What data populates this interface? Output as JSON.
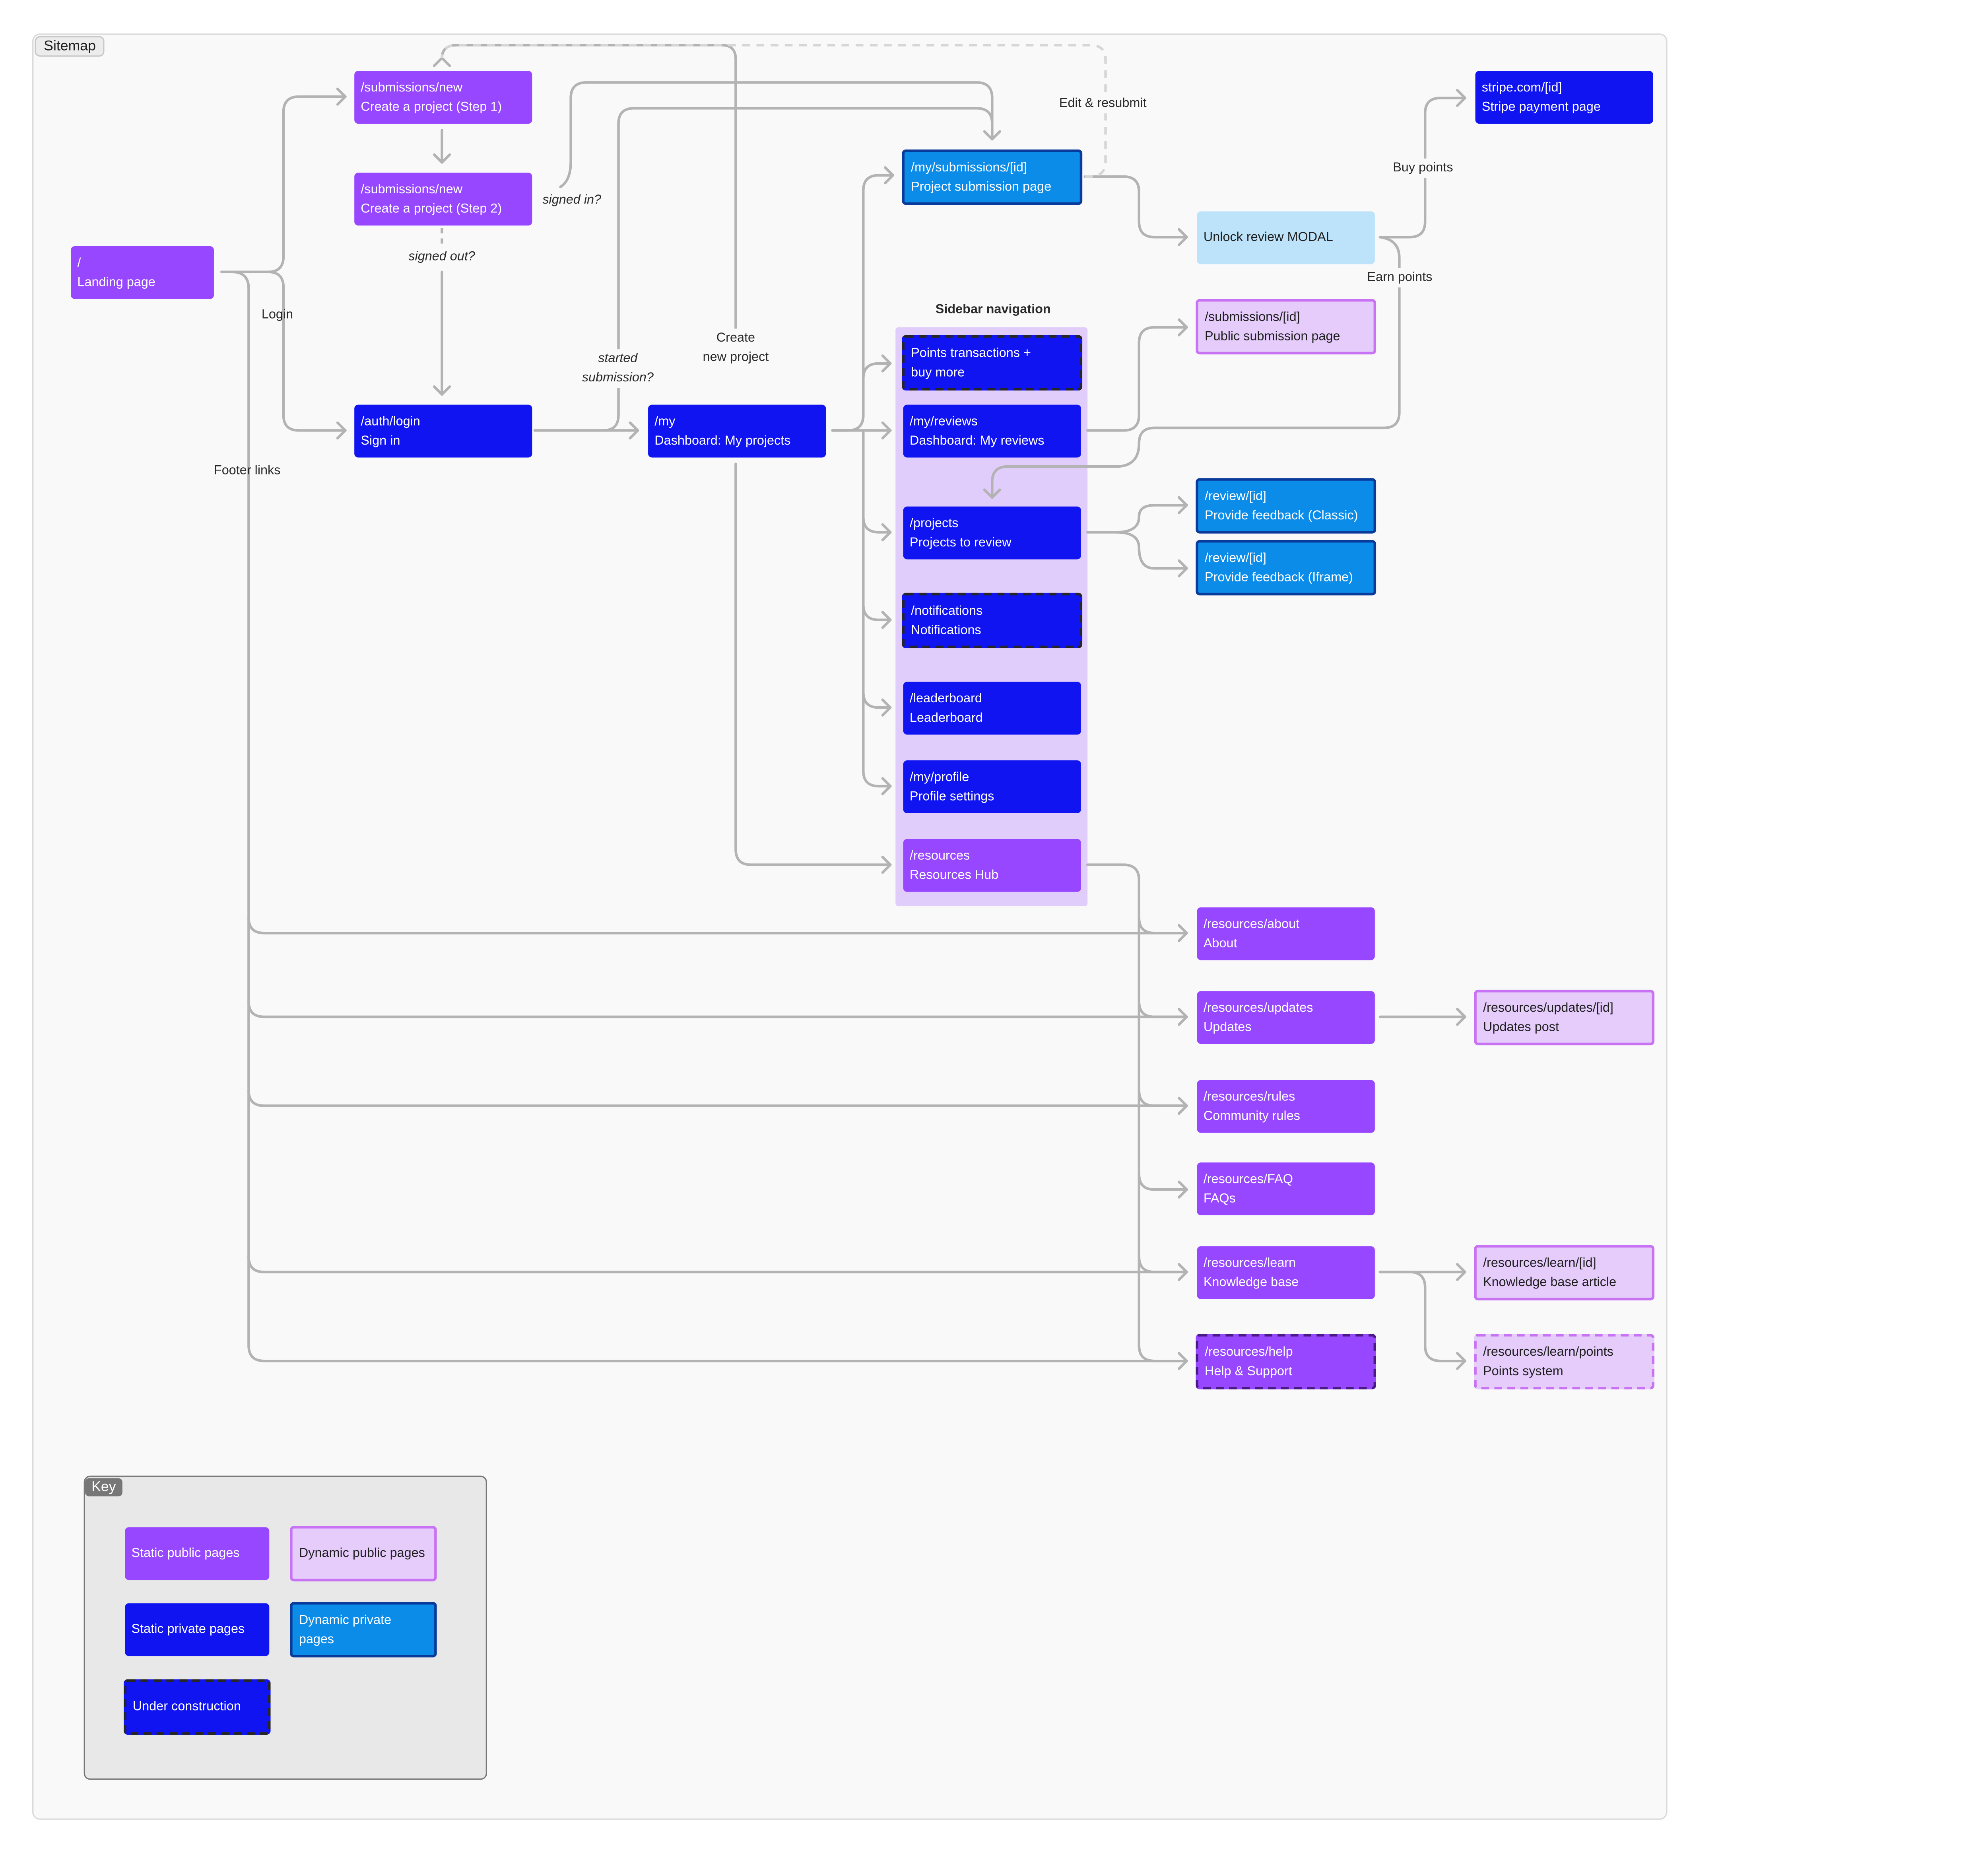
{
  "frame": {
    "title": "Sitemap"
  },
  "group": {
    "title": "Sidebar navigation"
  },
  "nodes": {
    "landing": {
      "path": "/",
      "name": "Landing page"
    },
    "new1": {
      "path": "/submissions/new",
      "name": "Create a project  (Step 1)"
    },
    "new2": {
      "path": "/submissions/new",
      "name": "Create a project  (Step 2)"
    },
    "login": {
      "path": "/auth/login",
      "name": "Sign in"
    },
    "my": {
      "path": "/my",
      "name": "Dashboard: My projects"
    },
    "mysub": {
      "path": "/my/submissions/[id]",
      "name": "Project submission page"
    },
    "unlock": {
      "name": "Unlock review MODAL"
    },
    "stripe": {
      "path": "stripe.com/[id]",
      "name": "Stripe payment page"
    },
    "points": {
      "line1": "Points transactions +",
      "line2": "buy more"
    },
    "myreviews": {
      "path": "/my/reviews",
      "name": "Dashboard: My reviews"
    },
    "pubsub": {
      "path": "/submissions/[id]",
      "name": "Public submission page"
    },
    "projects": {
      "path": "/projects",
      "name": "Projects to review"
    },
    "revclassic": {
      "path": "/review/[id]",
      "name": "Provide feedback (Classic)"
    },
    "reviframe": {
      "path": "/review/[id]",
      "name": "Provide feedback (Iframe)"
    },
    "notifications": {
      "path": "/notifications",
      "name": "Notifications"
    },
    "leaderboard": {
      "path": "/leaderboard",
      "name": "Leaderboard"
    },
    "profile": {
      "path": "/my/profile",
      "name": "Profile settings"
    },
    "resources": {
      "path": "/resources",
      "name": "Resources Hub"
    },
    "about": {
      "path": "/resources/about",
      "name": "About"
    },
    "updates": {
      "path": "/resources/updates",
      "name": "Updates"
    },
    "updatepost": {
      "path": "/resources/updates/[id]",
      "name": "Updates post"
    },
    "rules": {
      "path": "/resources/rules",
      "name": "Community rules"
    },
    "faq": {
      "path": "/resources/FAQ",
      "name": "FAQs"
    },
    "learn": {
      "path": "/resources/learn",
      "name": "Knowledge base"
    },
    "learnarticle": {
      "path": "/resources/learn/[id]",
      "name": "Knowledge base article"
    },
    "help": {
      "path": "/resources/help",
      "name": "Help & Support"
    },
    "learnpoints": {
      "path": "/resources/learn/points",
      "name": "Points system"
    }
  },
  "edge_labels": {
    "login": "Login",
    "footer": "Footer links",
    "signed_in": "signed in?",
    "signed_out": "signed out?",
    "started_1": "started",
    "started_2": "submission?",
    "create_1": "Create",
    "create_2": "new project",
    "edit": "Edit & resubmit",
    "buy": "Buy points",
    "earn": "Earn points"
  },
  "key": {
    "title": "Key",
    "static_public": "Static public pages",
    "dynamic_public": "Dynamic public pages",
    "static_private": "Static private pages",
    "dynamic_private_1": "Dynamic private",
    "dynamic_private_2": "pages",
    "under_construction": "Under construction"
  },
  "colors": {
    "static_public": "#9747ff",
    "dynamic_public_fill": "#e5ccfb",
    "dynamic_public_border": "#c873f3",
    "static_private": "#0f14f0",
    "dynamic_private_fill": "#0c8ce9",
    "dynamic_private_border": "#0a3a9a",
    "modal": "#bde3fa",
    "sidebar_group": "#e1cdfb",
    "connector": "#b3b3b3"
  }
}
